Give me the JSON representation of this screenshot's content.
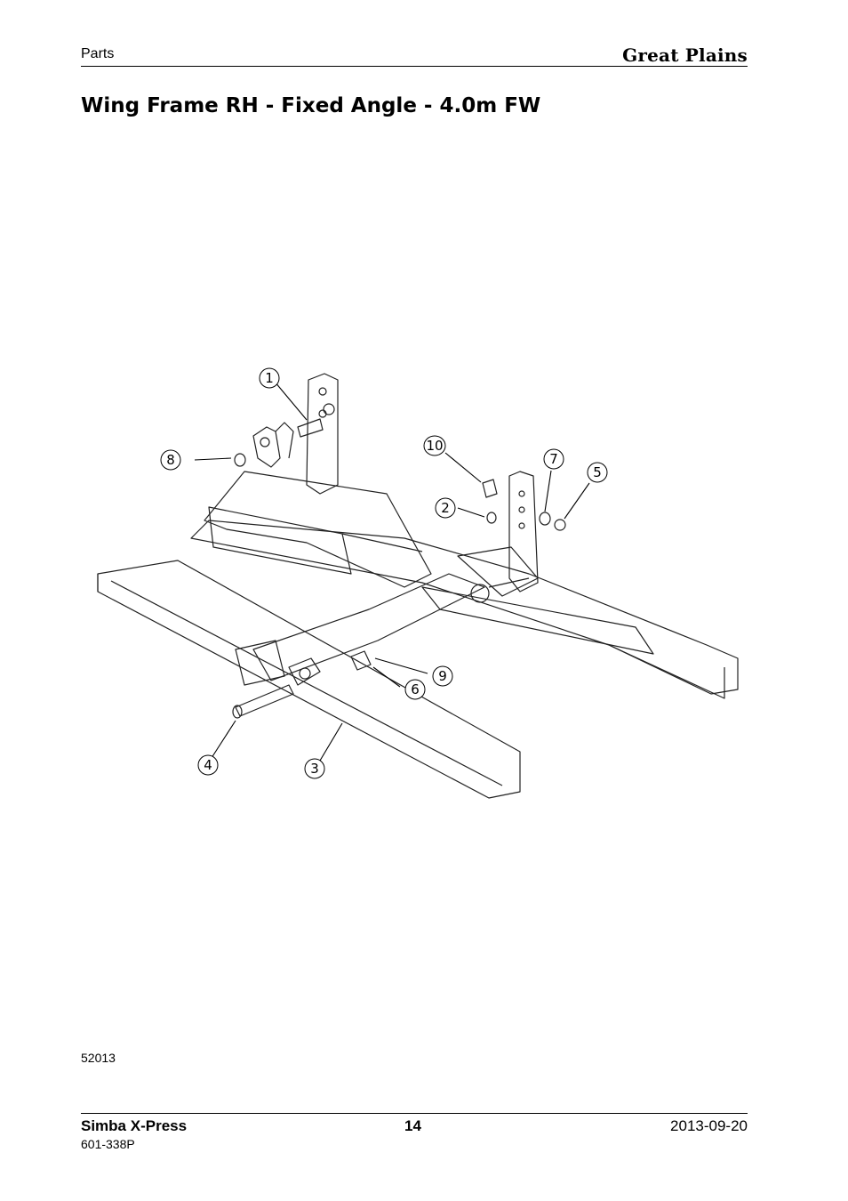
{
  "header": {
    "section": "Parts",
    "brand": "Great Plains"
  },
  "title": "Wing Frame RH - Fixed Angle - 4.0m FW",
  "figure": {
    "id": "52013",
    "callouts": [
      "1",
      "2",
      "3",
      "4",
      "5",
      "6",
      "7",
      "8",
      "9",
      "10"
    ]
  },
  "footer": {
    "product": "Simba X-Press",
    "page": "14",
    "date": "2013-09-20",
    "part_number": "601-338P"
  }
}
